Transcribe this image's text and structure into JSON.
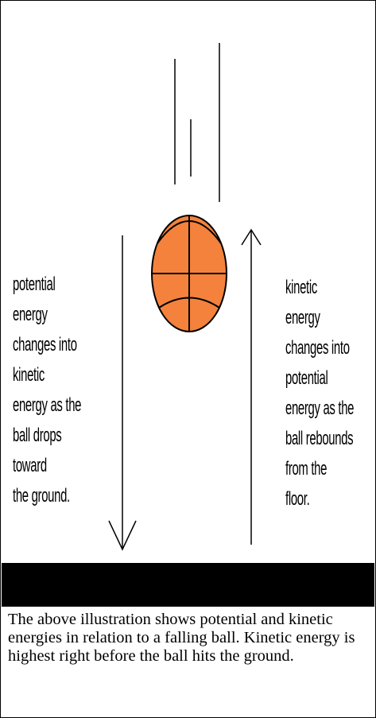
{
  "figure": {
    "ball_icon": "basketball-icon",
    "colors": {
      "ball_fill": "#f4823c",
      "ball_stroke": "#000000",
      "ground": "#000000",
      "background": "#ffffff"
    },
    "left_text": {
      "lines": [
        "potential",
        "energy",
        "changes into",
        "kinetic",
        "energy as the",
        "ball drops",
        "toward",
        "the ground."
      ]
    },
    "right_text": {
      "lines": [
        "kinetic",
        "energy",
        "changes into",
        "potential",
        "energy as the",
        "ball rebounds",
        "from the",
        "floor."
      ]
    }
  },
  "caption": {
    "text": "The above illustration shows potential and kinetic energies in relation to a falling ball. Kinetic energy is highest right before the ball hits the ground."
  }
}
